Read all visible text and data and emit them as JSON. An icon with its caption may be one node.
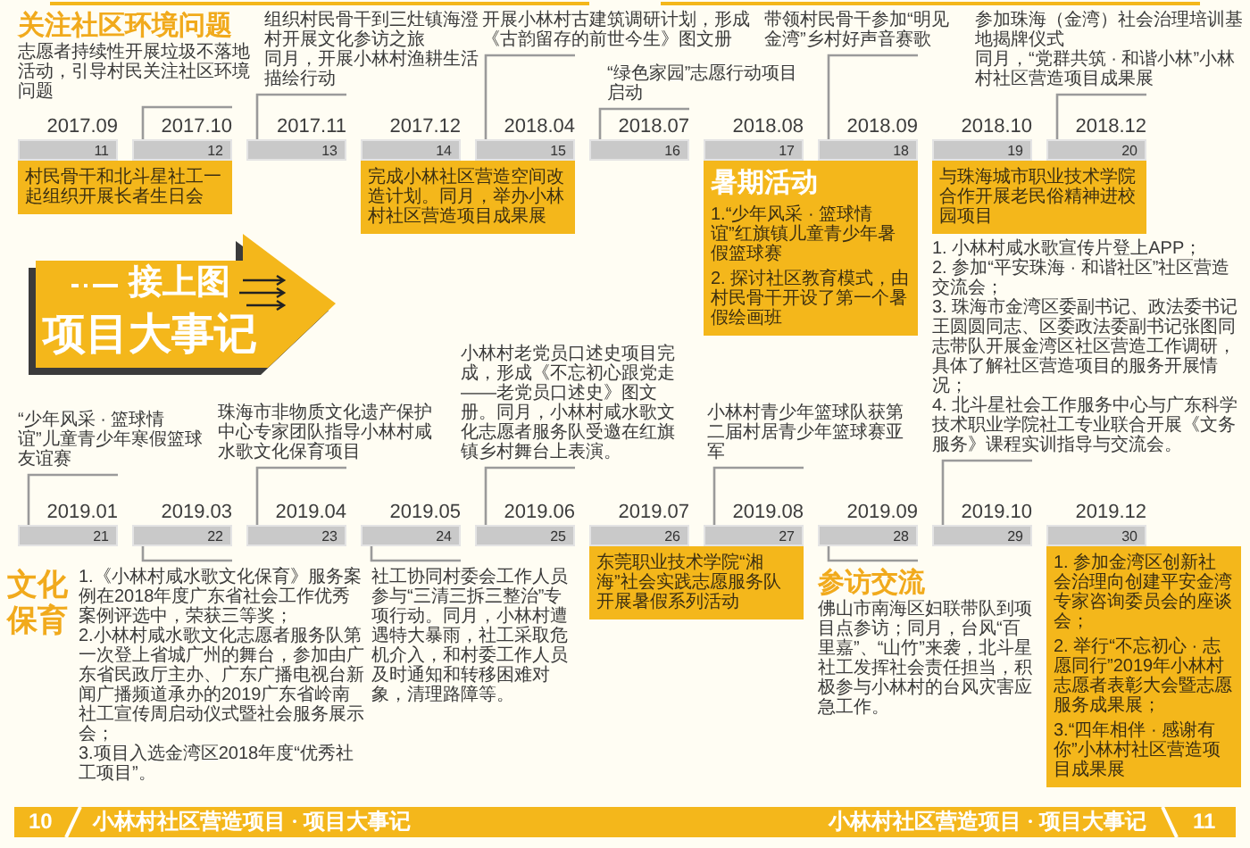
{
  "diagram": {
    "nodes": [
      {
        "text": [
          "关注社区环境问题",
          "志愿者持续性开展垃圾不落地活动，引导村民关注社区环境问题"
        ]
      },
      {
        "text": [
          "组织村民骨干到三灶镇海澄村开展文化参访之旅",
          "同月，开展小林村渔耕生活描绘行动"
        ]
      },
      {
        "text": [
          "开展小林村古建筑调研计划，形成《古韵留存的前世今生》图文册"
        ]
      },
      {
        "text": [
          "“绿色家园”志愿行动项目启动"
        ]
      },
      {
        "text": [
          "带领村民骨干参加“明见金湾”乡村好声音赛歌"
        ]
      },
      {
        "text": [
          "参加珠海（金湾）社会治理培训基地揭牌仪式",
          "同月，“党群共筑 · 和谐小林”小林村社区营造项目成果展"
        ]
      },
      {
        "text": [
          "11"
        ],
        "beside": [
          "2017.09"
        ]
      },
      {
        "text": [
          "12"
        ],
        "beside": [
          "2017.10"
        ]
      },
      {
        "text": [
          "13"
        ],
        "beside": [
          "2017.11"
        ]
      },
      {
        "text": [
          "14"
        ],
        "beside": [
          "2017.12"
        ]
      },
      {
        "text": [
          "15"
        ],
        "beside": [
          "2018.04"
        ]
      },
      {
        "text": [
          "16"
        ],
        "beside": [
          "2018.07"
        ]
      },
      {
        "text": [
          "17"
        ],
        "beside": [
          "2018.08"
        ]
      },
      {
        "text": [
          "18"
        ],
        "beside": [
          "2018.09"
        ]
      },
      {
        "text": [
          "19"
        ],
        "beside": [
          "2018.10"
        ]
      },
      {
        "text": [
          "20"
        ],
        "beside": [
          "2018.12"
        ]
      },
      {
        "text": [
          "村民骨干和北斗星社工一起组织开展长者生日会"
        ]
      },
      {
        "text": [
          "完成小林社区营造空间改造计划。同月，举办小林村社区营造项目成果展"
        ]
      },
      {
        "text": [
          "暑期活动",
          "1.“少年风采 · 篮球情谊”红旗镇儿童青少年暑假篮球赛",
          "2. 探讨社区教育模式，由村民骨干开设了第一个暑假绘画班"
        ]
      },
      {
        "text": [
          "与珠海城市职业技术学院合作开展老民俗精神进校园项目"
        ]
      },
      {
        "text": [
          "接上图",
          "项目大事记"
        ]
      },
      {
        "text": [
          "“少年风采 · 篮球情谊”儿童青少年寒假篮球友谊赛"
        ]
      },
      {
        "text": [
          "珠海市非物质文化遗产保护中心专家团队指导小林村咸水歌文化保育项目"
        ]
      },
      {
        "text": [
          "小林村老党员口述史项目完成，形成《不忘初心跟党走——老党员口述史》图文册。同月，小林村咸水歌文化志愿者服务队受邀在红旗镇乡村舞台上表演。"
        ]
      },
      {
        "text": [
          "小林村青少年篮球队获第二届村居青少年篮球赛亚军"
        ]
      },
      {
        "text": [
          "1. 小林村咸水歌宣传片登上APP；",
          "2. 参加“平安珠海 · 和谐社区”社区营造交流会；",
          "3. 珠海市金湾区委副书记、政法委书记王圆圆同志、区委政法委副书记张图同志带队开展金湾区社区营造工作调研，具体了解社区营造项目的服务开展情况；",
          "4. 北斗星社会工作服务中心与广东科学技术职业学院社工专业联合开展《文务服务》课程实训指导与交流会。"
        ]
      },
      {
        "text": [
          "21"
        ],
        "beside": [
          "2019.01"
        ]
      },
      {
        "text": [
          "22"
        ],
        "beside": [
          "2019.03"
        ]
      },
      {
        "text": [
          "23"
        ],
        "beside": [
          "2019.04"
        ]
      },
      {
        "text": [
          "24"
        ],
        "beside": [
          "2019.05"
        ]
      },
      {
        "text": [
          "25"
        ],
        "beside": [
          "2019.06"
        ]
      },
      {
        "text": [
          "26"
        ],
        "beside": [
          "2019.07"
        ]
      },
      {
        "text": [
          "27"
        ],
        "beside": [
          "2019.08"
        ]
      },
      {
        "text": [
          "28"
        ],
        "beside": [
          "2019.09"
        ]
      },
      {
        "text": [
          "29"
        ],
        "beside": [
          "2019.10"
        ]
      },
      {
        "text": [
          "30"
        ],
        "beside": [
          "2019.12"
        ]
      },
      {
        "text": [
          "文化保育",
          "1.《小林村咸水歌文化保育》服务案例在2018年度广东省社会工作优秀案例评选中，荣获三等奖；",
          "2.小林村咸水歌文化志愿者服务队第一次登上省城广州的舞台，参加由广东省民政厅主办、广东广播电视台新闻广播频道承办的2019广东省岭南社工宣传周启动仪式暨社会服务展示会；",
          "3.项目入选金湾区2018年度“优秀社工项目”。"
        ]
      },
      {
        "text": [
          "社工协同村委会工作人员参与“三清三拆三整治”专项行动。同月，小林村遭遇特大暴雨，社工采取危机介入，和村委工作人员及时通知和转移困难对象，清理路障等。"
        ]
      },
      {
        "text": [
          "东莞职业技术学院“湘海”社会实践志愿服务队开展暑假系列活动"
        ]
      },
      {
        "text": [
          "参访交流",
          "佛山市南海区妇联带队到项目点参访；同月，台风“百里嘉”、“山竹”来袭，北斗星社工发挥社会责任担当，积极参与小林村的台风灾害应急工作。"
        ]
      },
      {
        "text": [
          "1. 参加金湾区创新社会治理向创建平安金湾专家咨询委员会的座谈会；",
          "2. 举行“不忘初心 · 志愿同行”2019年小林村志愿者表彰大会暨志愿服务成果展；",
          "3.“四年相伴 · 感谢有你”小林村社区营造项目成果展"
        ]
      }
    ],
    "edges": [
      {
        "from": 0,
        "to": 7,
        "arrow": "none"
      },
      {
        "from": 1,
        "to": 8,
        "arrow": "none"
      },
      {
        "from": 2,
        "to": 10,
        "arrow": "none"
      },
      {
        "from": 3,
        "to": 11,
        "arrow": "none"
      },
      {
        "from": 4,
        "to": 13,
        "arrow": "none"
      },
      {
        "from": 5,
        "to": 15,
        "arrow": "none"
      },
      {
        "from": 21,
        "to": 26,
        "arrow": "none"
      },
      {
        "from": 22,
        "to": 28,
        "arrow": "none"
      },
      {
        "from": 23,
        "to": 30,
        "arrow": "none"
      },
      {
        "from": 24,
        "to": 32,
        "arrow": "none"
      },
      {
        "from": 25,
        "to": 34,
        "arrow": "none"
      },
      {
        "from": 36,
        "to": 27,
        "arrow": "none"
      },
      {
        "from": 37,
        "to": 29,
        "arrow": "none"
      },
      {
        "from": 39,
        "to": 33,
        "arrow": "none"
      }
    ],
    "labels": [
      "10",
      "小林村社区营造项目 · 项目大事记",
      "小林村社区营造项目 · 项目大事记",
      "11"
    ]
  }
}
